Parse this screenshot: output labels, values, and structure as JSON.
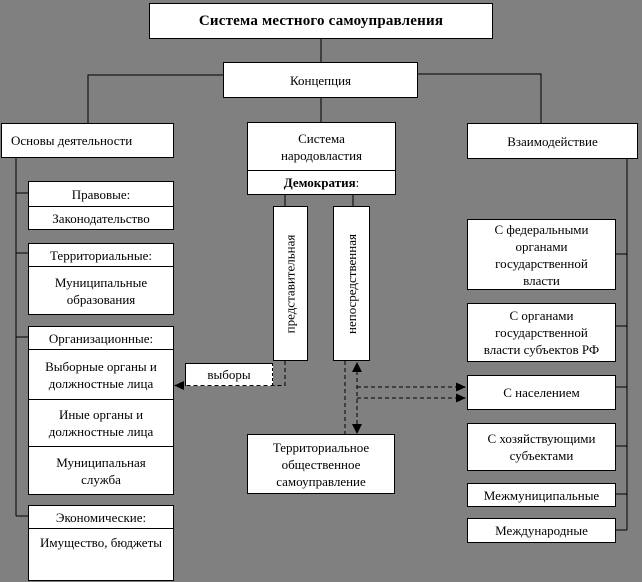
{
  "colors": {
    "background": "#808080",
    "box_background": "#ffffff",
    "line": "#000000",
    "text": "#000000"
  },
  "title": "Система местного самоуправления",
  "concept": "Концепция",
  "left_column": {
    "header": "Основы деятельности",
    "groups": [
      {
        "header": "Правовые:",
        "items": [
          "Законодательство"
        ]
      },
      {
        "header": "Территориальные:",
        "items": [
          "Муниципальные\nобразования"
        ]
      },
      {
        "header": "Организационные:",
        "items": [
          "Выборные органы и\nдолжностные лица",
          "Иные органы и\nдолжностные лица",
          "Муниципальная\nслужба"
        ]
      },
      {
        "header": "Экономические:",
        "items": [
          "Имущество, бюджеты"
        ]
      }
    ]
  },
  "center_column": {
    "system_title": "Система\nнародовластия",
    "democracy_bold": "Демократия",
    "democracy_suffix": ":",
    "representative": "представительная",
    "direct": "непосредственная",
    "elections_label": "выборы",
    "tos": "Территориальное\nобщественное\nсамоуправление"
  },
  "right_column": {
    "header": "Взаимодействие",
    "items": [
      "С федеральными\nорганами\nгосударственной\nвласти",
      "С органами\nгосударственной\nвласти субъектов РФ",
      "С населением",
      "С хозяйствующими\nсубъектами",
      "Межмуниципальные",
      "Международные"
    ]
  }
}
